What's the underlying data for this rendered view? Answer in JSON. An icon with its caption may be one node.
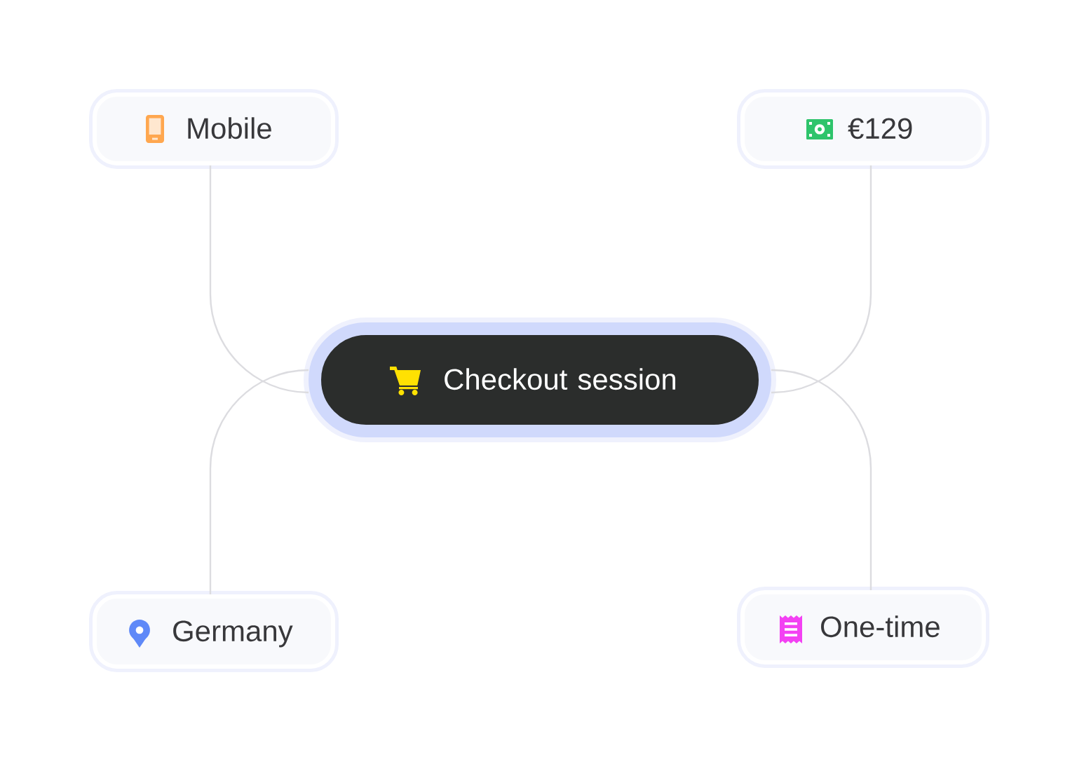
{
  "diagram": {
    "nodes": [
      {
        "text": [
          "Mobile"
        ]
      },
      {
        "text": [
          "€129"
        ]
      },
      {
        "text": [
          "Checkout session"
        ]
      },
      {
        "text": [
          "Germany"
        ]
      },
      {
        "text": [
          "One-time"
        ]
      }
    ],
    "edges": [
      {
        "from": 0,
        "to": 2,
        "arrow": "none"
      },
      {
        "from": 1,
        "to": 2,
        "arrow": "none"
      },
      {
        "from": 3,
        "to": 2,
        "arrow": "none"
      },
      {
        "from": 4,
        "to": 2,
        "arrow": "none"
      }
    ]
  }
}
